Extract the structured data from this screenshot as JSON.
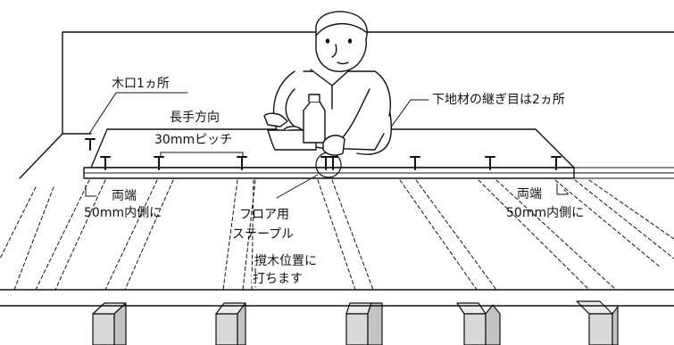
{
  "labels": {
    "butt_end": "木口1ヵ所",
    "long_direction": "長手方向",
    "pitch": "30mmピッチ",
    "joint": "下地材の継ぎ目は2ヵ所",
    "both_ends": "両端",
    "inset": "50mm内側に",
    "staple_line1": "フロア用",
    "staple_line2": "ステープル",
    "joist_line1": "撹木位置に",
    "joist_line2": "打ちます"
  },
  "colors": {
    "line": "#111111",
    "joist_fill": "#d9d9d9",
    "background": "#ffffff"
  },
  "icons": [
    "staple-icon",
    "corner-mark-icon",
    "worker-figure"
  ]
}
